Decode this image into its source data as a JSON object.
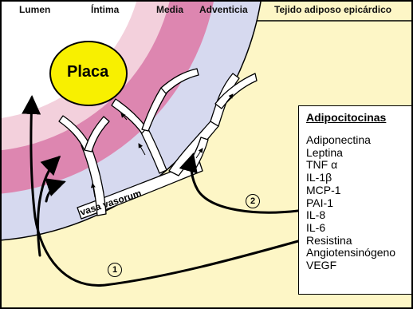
{
  "header": {
    "lumen": "Lumen",
    "intima": "Íntima",
    "media": "Media",
    "adventicia": "Adventicia",
    "tejido": "Tejido adiposo epicárdico"
  },
  "diagram": {
    "plaque_label": "Placa",
    "vasa_vasorum_label": "vasa vasorum",
    "marker_1": "1",
    "marker_2": "2"
  },
  "legend": {
    "title": "Adipocitocinas",
    "items": [
      "Adiponectina",
      "Leptina",
      "TNF α",
      "IL-1β",
      "MCP-1",
      "PAI-1",
      "IL-8",
      "IL-6",
      "Resistina",
      "Angiotensinógeno",
      "VEGF"
    ]
  },
  "colors": {
    "background": "#fdf6c6",
    "adventicia": "#d6d9ef",
    "media": "#dd86b0",
    "intima": "#f3d0dc",
    "lumen": "#ffffff",
    "plaque": "#f8f000",
    "outline": "#000000"
  }
}
